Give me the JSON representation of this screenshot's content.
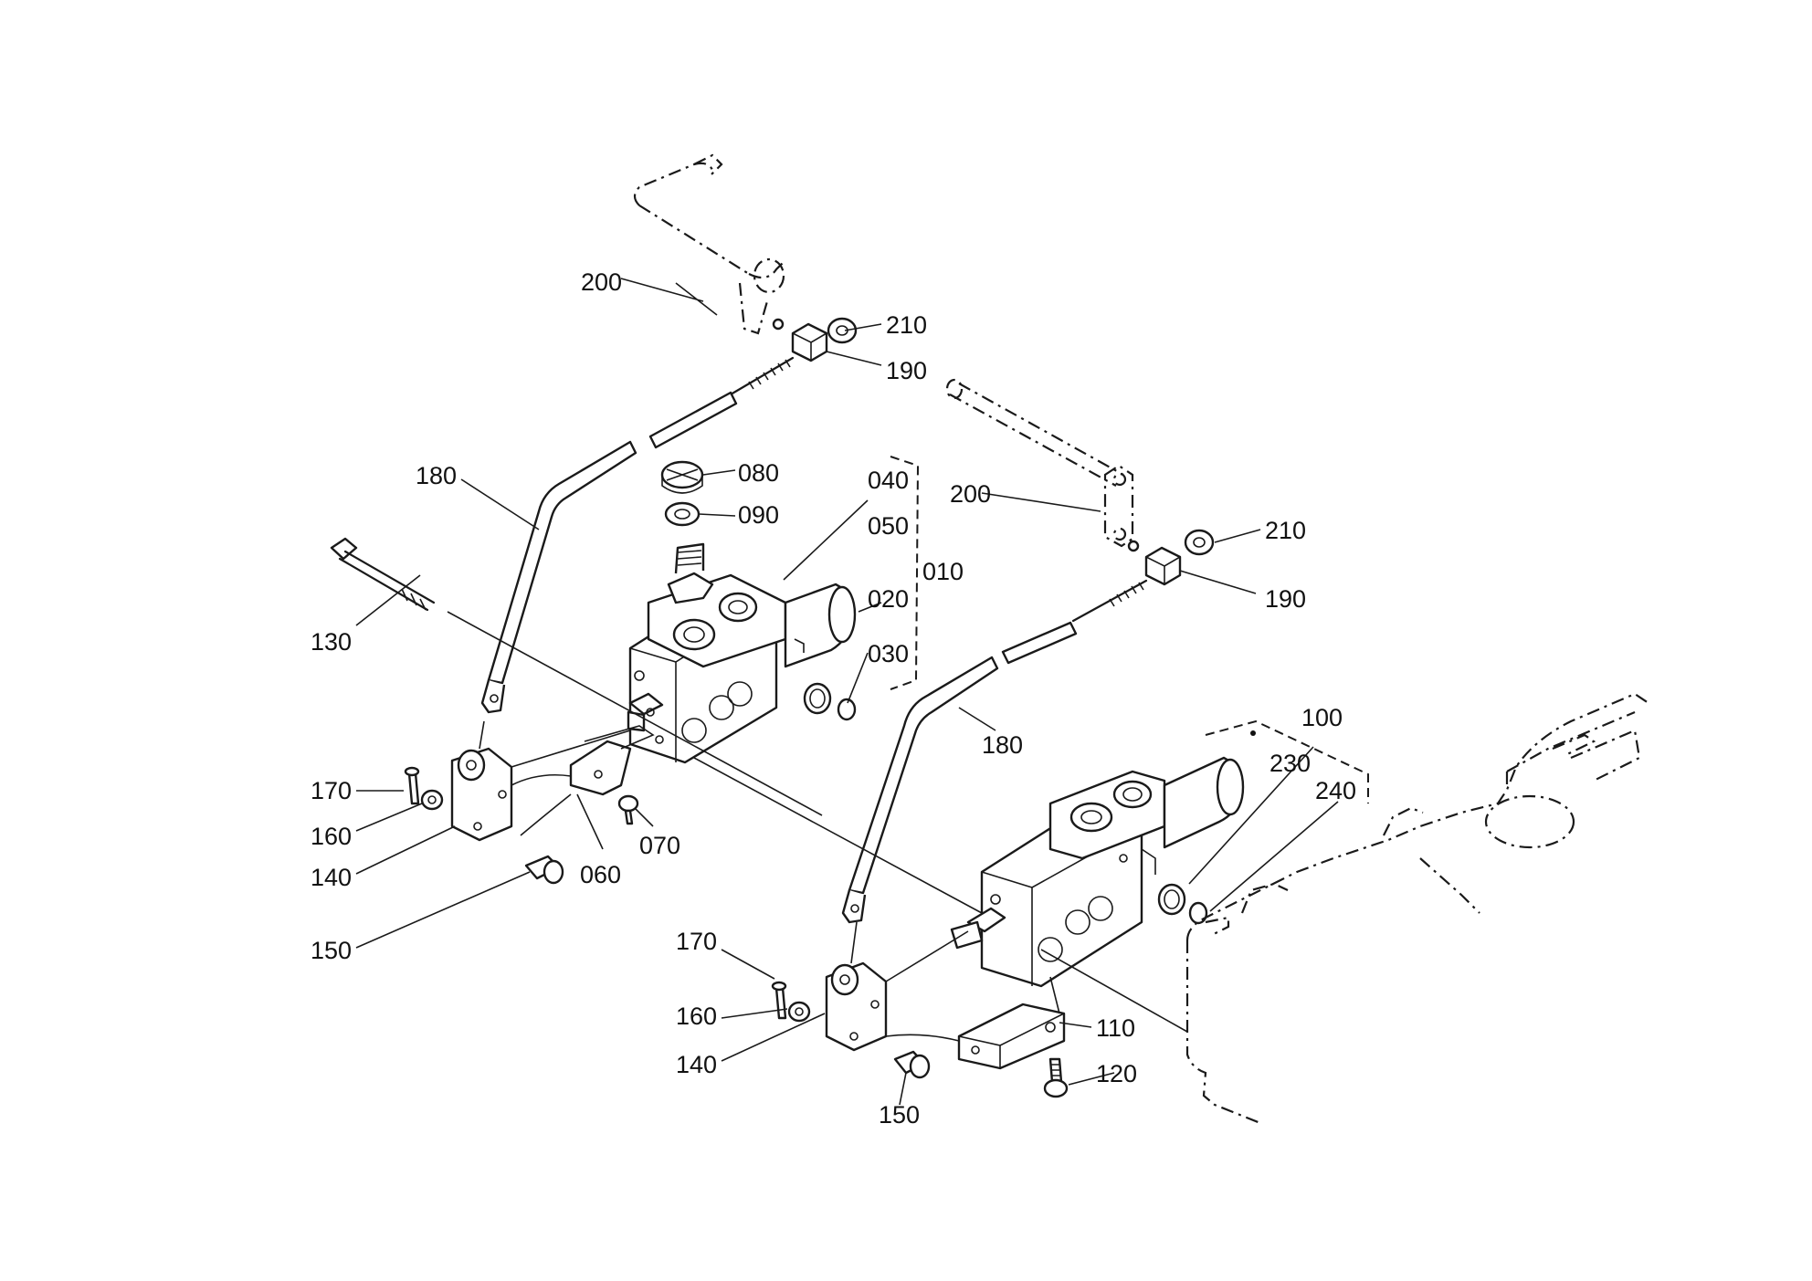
{
  "labels": {
    "l010": "010",
    "l020": "020",
    "l030": "030",
    "l040": "040",
    "l050": "050",
    "l060": "060",
    "l070": "070",
    "l080": "080",
    "l090": "090",
    "l100": "100",
    "l110": "110",
    "l120": "120",
    "l130": "130",
    "l140a": "140",
    "l140b": "140",
    "l150a": "150",
    "l150b": "150",
    "l160a": "160",
    "l160b": "160",
    "l170a": "170",
    "l170b": "170",
    "l180a": "180",
    "l180b": "180",
    "l190a": "190",
    "l190b": "190",
    "l200a": "200",
    "l200b": "200",
    "l210a": "210",
    "l210b": "210",
    "l230": "230",
    "l240": "240"
  }
}
